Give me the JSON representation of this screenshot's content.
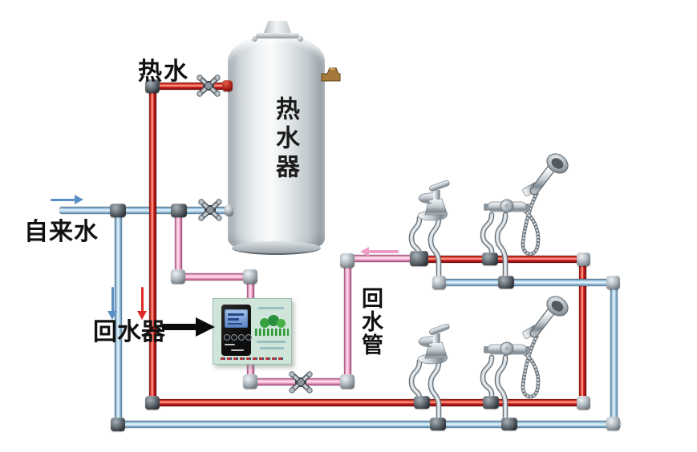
{
  "labels": {
    "hot_water": "热水",
    "water_heater": "热水器",
    "tap_water": "自来水",
    "return_device": "回水器",
    "return_pipe": "回水管"
  },
  "colors": {
    "hot": "#d01f1f",
    "cold": "#aed3e8",
    "return": "#f2a6cb",
    "tank": "#e3e8ea",
    "control_box": "#cfe5d9",
    "arrow_cold": "#5b8fc7",
    "arrow_hot": "#e02828",
    "arrow_return": "#ef9cc6",
    "arrow_black": "#0a0a0a"
  },
  "icons": {
    "cold_inflow": "arrow-right-icon",
    "cold_down_flow": "arrow-down-icon",
    "hot_down_flow": "arrow-down-icon",
    "return_flow": "arrow-left-icon",
    "device_pointer": "arrow-right-icon"
  }
}
